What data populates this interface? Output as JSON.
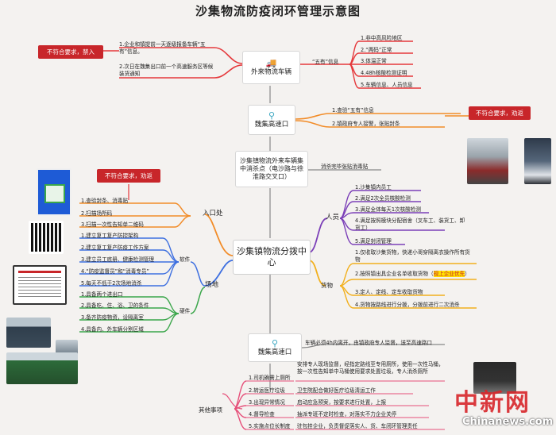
{
  "title": "沙集物流防疫闭环管理示意图",
  "colors": {
    "red_line": "#e5383b",
    "orange": "#f28c28",
    "purple": "#7b3fb8",
    "blue": "#3d6fe0",
    "green": "#3aa64a",
    "grey": "#888888",
    "alert": "#c8262a"
  },
  "top_vehicles": {
    "label": "外来物流车辆",
    "icon": "truck-icon",
    "alert": "不符合要求，禁入",
    "left_items": [
      "1.企业和镇提前一天逐级报备车辆“五有”信息。",
      "2.次日在魏集出口前一个高速服务区等候装货通知"
    ],
    "connector": "“五有”信息",
    "right_items": [
      "1.非中高风险地区",
      "2.“两码”正常",
      "3.体温正常",
      "4.48h核酸检测证明",
      "5.车辆信息、人员信息"
    ]
  },
  "exit1": {
    "label": "魏集高速口",
    "icon": "highway-exit-icon",
    "items": [
      "1.查验“五有”信息",
      "2.镇政府专人接警，张贴封条"
    ],
    "alert": "不符合要求，劝返"
  },
  "disinfect": {
    "label": "沙集镇物流外来车辆集中消杀点（电沙路与徐淮路交叉口）",
    "note": "消杀完毕张贴消毒贴"
  },
  "center": "沙集镇物流分拨中心",
  "entrance": {
    "label": "入口处",
    "alert": "不符合要求，劝返",
    "items": [
      "1.查验封条、消毒贴",
      "2.扫描场所码",
      "3.扫描一次性告知单二维码"
    ]
  },
  "site": {
    "label": "场地",
    "software": {
      "label": "软件",
      "items": [
        "1.建立复工复产防控架构",
        "2.建立复工复产防疫工作方案",
        "3.建立员工底册、健康检测管理",
        "4.“防疫监督员”和“消毒专员”",
        "5.每天不低于2次场地消杀"
      ]
    },
    "hardware": {
      "label": "硬件",
      "items": [
        "1.具备两个进出口",
        "2.具备吃、住、浴、卫的条件",
        "3.备齐防疫物资，设隔离室",
        "4.具备内、外车辆分割区域"
      ]
    }
  },
  "staff": {
    "label": "人员",
    "items": [
      "1.沙集镇内员工",
      "2.满足2次全员核酸检测",
      "3.满足全体每天1次核酸检测",
      "4.满足按照模块分配宿舍（叉车工、装货工、卸货工）",
      "5.满足封闭管理"
    ]
  },
  "goods": {
    "label": "货物",
    "items": [
      "1.仅收取沙集货物，快递小哥穿隔离衣操作所有货物",
      "2.按照镇出具企业名单收取货物（",
      "规上企业优先",
      "）",
      "3.定人、定线、定车收取货物",
      "4.货物按路线进行分拨，分拨前进行二次消杀"
    ]
  },
  "exit2": {
    "label": "魏集高速口",
    "icon": "highway-exit-icon",
    "note": "车辆必须4h内离开，由镇政府专人监督，送至高速路口"
  },
  "other": {
    "label": "其他事项",
    "items": [
      "1.司机确需上厕所",
      "2.转运医疗垃圾",
      "3.出现异常情况",
      "4.督导检查",
      "5.实施点位长制度"
    ],
    "details": [
      "安排专人现场监督，经指定路线至专用厕所，使用一次性马桶，按一次性告知单中马桶使用要求处置垃圾，专人消杀厕所",
      "卫生院配合做好医疗垃圾清运工作",
      "启动应急预案，按要求进行处置，上报",
      "抽派专班不定时检查，对落实不力企业关停",
      "驻包挂企业，负责督促落实人、货、车闭环管理责任"
    ]
  },
  "watermark": {
    "chinese": "中新网",
    "latin": "Chinanews.com"
  }
}
